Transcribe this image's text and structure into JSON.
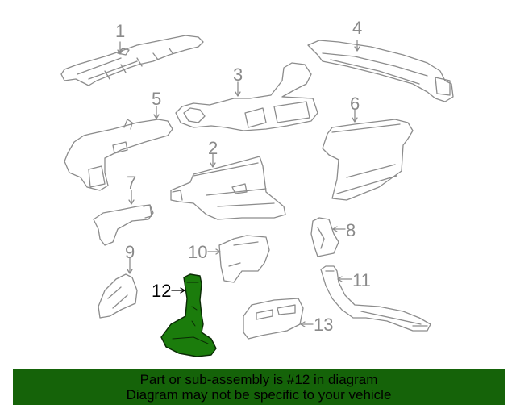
{
  "diagram": {
    "highlighted_part": "12",
    "colors": {
      "line": "#8c8c8c",
      "highlight_fill": "#1b7c0c",
      "highlight_stroke": "#0a2a05",
      "banner_bg": "#156309"
    },
    "callouts": [
      {
        "id": "1",
        "label": "1"
      },
      {
        "id": "2",
        "label": "2"
      },
      {
        "id": "3",
        "label": "3"
      },
      {
        "id": "4",
        "label": "4"
      },
      {
        "id": "5",
        "label": "5"
      },
      {
        "id": "6",
        "label": "6"
      },
      {
        "id": "7",
        "label": "7"
      },
      {
        "id": "8",
        "label": "8"
      },
      {
        "id": "9",
        "label": "9"
      },
      {
        "id": "10",
        "label": "10"
      },
      {
        "id": "11",
        "label": "11"
      },
      {
        "id": "12",
        "label": "12"
      },
      {
        "id": "13",
        "label": "13"
      }
    ]
  },
  "banner": {
    "line1": "Part or sub-assembly is #12 in diagram",
    "line2": "Diagram may not be specific to your vehicle"
  }
}
